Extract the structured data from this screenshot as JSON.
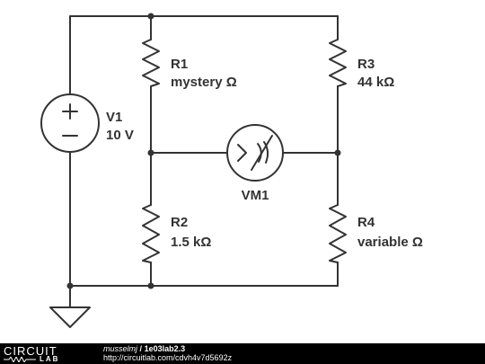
{
  "components": {
    "v1": {
      "name": "V1",
      "value": "10 V"
    },
    "r1": {
      "name": "R1",
      "value": "mystery Ω"
    },
    "r2": {
      "name": "R2",
      "value": "1.5 kΩ"
    },
    "r3": {
      "name": "R3",
      "value": "44 kΩ"
    },
    "r4": {
      "name": "R4",
      "value": "variable Ω"
    },
    "vm1": {
      "name": "VM1"
    }
  },
  "footer": {
    "logo_top": "CIRCUIT",
    "logo_bottom": "LAB",
    "username": "musselmj",
    "separator": "/",
    "circuit_name": "1e03lab2.3",
    "url": "http://circuitlab.com/cdvh4v7d5692z"
  }
}
